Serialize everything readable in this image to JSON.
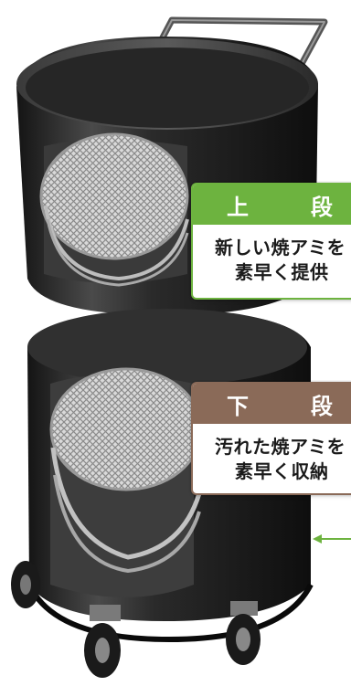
{
  "callouts": {
    "upper": {
      "title": "上　段",
      "line1": "新しい焼アミを",
      "line2": "素早く提供",
      "color": "#6db33f"
    },
    "lower": {
      "title": "下　段",
      "line1": "汚れた焼アミを",
      "line2": "素早く収納",
      "color": "#8a6a58"
    }
  },
  "image": {
    "subject": "two-tier cylindrical grill-net storage cart on casters",
    "cart_color": "#2b2b2b",
    "net_color": "#c8c8c8",
    "accent_arrow_color": "#6db33f"
  }
}
